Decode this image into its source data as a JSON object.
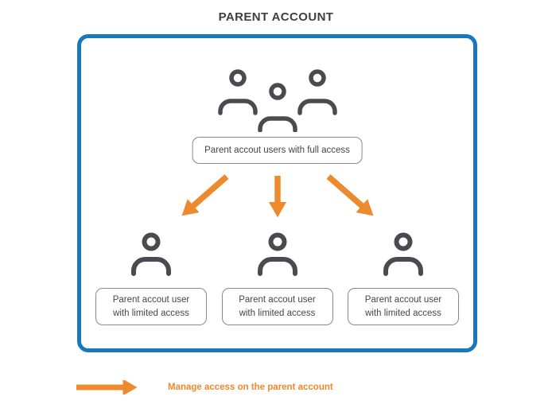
{
  "title": "PARENT ACCOUNT",
  "diagram": {
    "full_access_label": "Parent accout users with full access",
    "limited_users": [
      {
        "line1": "Parent accout user",
        "line2": "with limited access"
      },
      {
        "line1": "Parent accout user",
        "line2": "with limited access"
      },
      {
        "line1": "Parent accout user",
        "line2": "with limited access"
      }
    ],
    "icons": {
      "top_group": "users-group-icon",
      "bottom_user": "user-icon",
      "arrows": [
        "arrow-down-left-icon",
        "arrow-down-icon",
        "arrow-down-right-icon"
      ]
    }
  },
  "legend": {
    "icon": "arrow-right-icon",
    "label": "Manage access on the parent account"
  },
  "colors": {
    "frame_blue": "#1877bd",
    "arrow_orange": "#ee8a2e",
    "icon_gray": "#4a4a50",
    "pill_border_gray": "#8a8a8a",
    "text_dark": "#45454c"
  }
}
